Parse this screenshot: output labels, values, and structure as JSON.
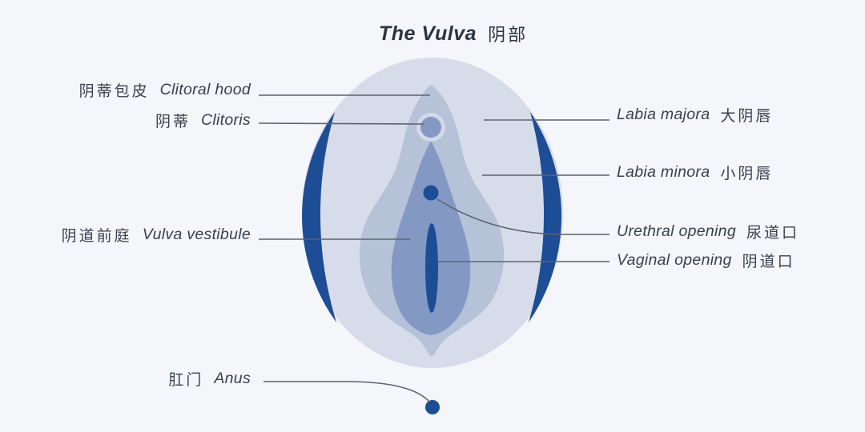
{
  "title": {
    "en": "The Vulva",
    "zh": "阴部"
  },
  "labels": {
    "clitoral_hood": {
      "zh": "阴蒂包皮",
      "en": "Clitoral hood"
    },
    "clitoris": {
      "zh": "阴蒂",
      "en": "Clitoris"
    },
    "vulva_vestibule": {
      "zh": "阴道前庭",
      "en": "Vulva vestibule"
    },
    "anus": {
      "zh": "肛门",
      "en": "Anus"
    },
    "labia_majora": {
      "en": "Labia majora",
      "zh": "大阴唇"
    },
    "labia_minora": {
      "en": "Labia minora",
      "zh": "小阴唇"
    },
    "urethral_opening": {
      "en": "Urethral opening",
      "zh": "尿道口"
    },
    "vaginal_opening": {
      "en": "Vaginal opening",
      "zh": "阴道口"
    }
  },
  "colors": {
    "background": "#f4f6f9",
    "labia_majora_fill": "#d6dce9",
    "labia_minora_fill": "#b6c2d8",
    "vestibule_fill": "#8399c4",
    "navy_accent": "#1d4d94",
    "halo_fill": "#d2d9e7",
    "connector_line": "#5d6470",
    "title_text": "#2b3442",
    "label_text": "#39414e"
  }
}
